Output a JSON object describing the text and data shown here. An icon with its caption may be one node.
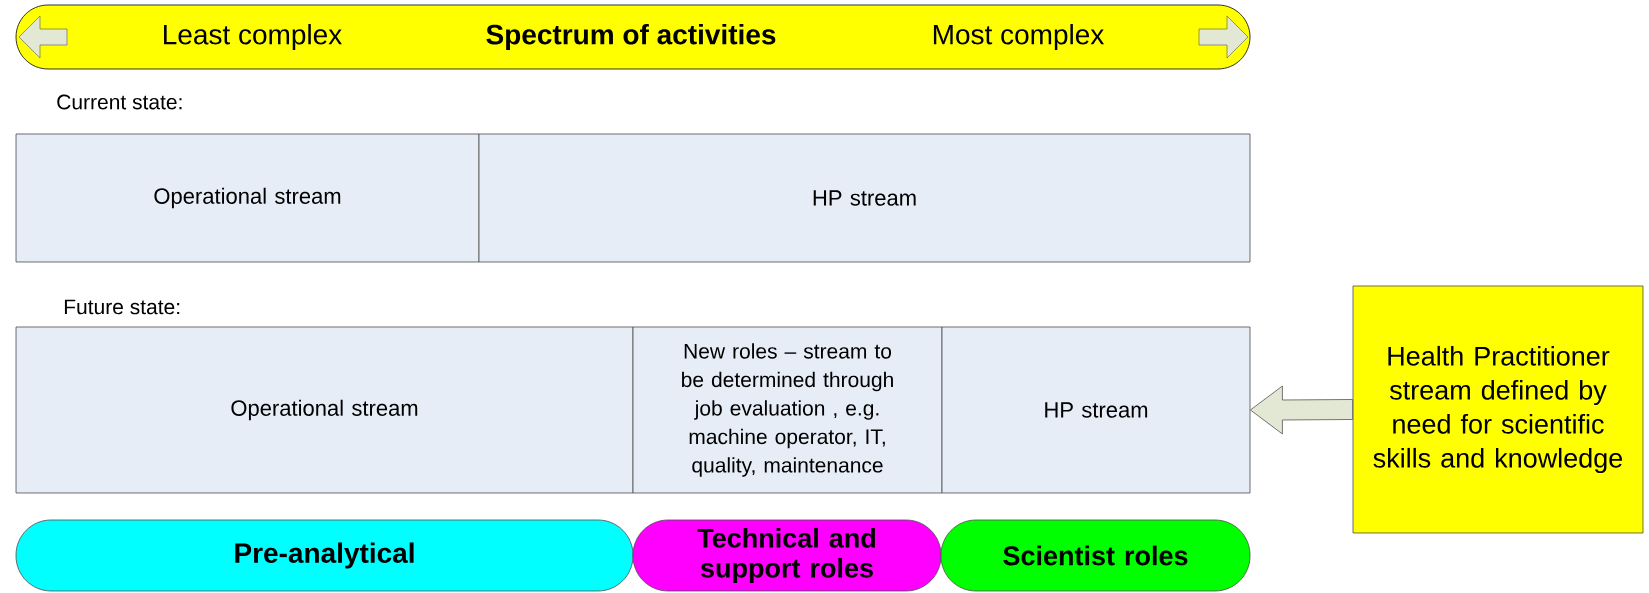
{
  "diagram": {
    "nodes": [
      {
        "text": [
          "Least complex",
          "Spectrum of activities",
          "Most complex"
        ]
      },
      {
        "text": [
          "Operational stream"
        ]
      },
      {
        "text": [
          "HP stream"
        ]
      },
      {
        "text": [
          "Operational stream"
        ]
      },
      {
        "text": [
          "New roles – stream to be determined through job evaluation , e.g. machine operator, IT, quality, maintenance"
        ]
      },
      {
        "text": [
          "HP stream"
        ]
      },
      {
        "text": [
          "Pre-analytical"
        ]
      },
      {
        "text": [
          "Technical and support roles"
        ]
      },
      {
        "text": [
          "Scientist roles"
        ]
      },
      {
        "text": [
          "Health Practitioner stream defined by need for scientific skills and knowledge"
        ]
      }
    ],
    "edges": [
      {
        "from": 9,
        "to": 5,
        "arrow": "to"
      }
    ],
    "labels": [
      "Current state:",
      "Future state:"
    ]
  }
}
